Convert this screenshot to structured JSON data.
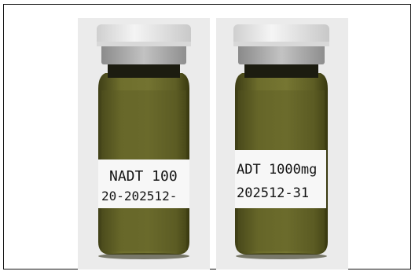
{
  "photos": [
    {
      "id": "left",
      "label_line1": "NADT 100",
      "label_line2": "20-202512-"
    },
    {
      "id": "right",
      "label_line1": "ADT 1000mg",
      "label_line2": "202512-31"
    }
  ],
  "colors": {
    "background": "#e9e9e9",
    "cap": "#e6e6e6",
    "collar": "#a8a8a8",
    "glass": "#6b6b2a",
    "powder": "#5b5b22",
    "label": "#f7f7f7"
  }
}
